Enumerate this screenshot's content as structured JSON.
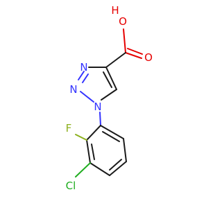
{
  "molecule": {
    "atoms": {
      "hydroxyl_h": {
        "label": "H",
        "color": "#e60000"
      },
      "hydroxyl_o": {
        "label": "O",
        "color": "#e60000"
      },
      "carbonyl_o": {
        "label": "O",
        "color": "#e60000"
      },
      "triazole_n3": {
        "label": "N",
        "color": "#3333ff"
      },
      "triazole_n2": {
        "label": "N",
        "color": "#3333ff"
      },
      "triazole_n1": {
        "label": "N",
        "color": "#3333ff"
      },
      "fluorine": {
        "label": "F",
        "color": "#8cb01c"
      },
      "chlorine": {
        "label": "Cl",
        "color": "#1fad1f"
      }
    }
  }
}
